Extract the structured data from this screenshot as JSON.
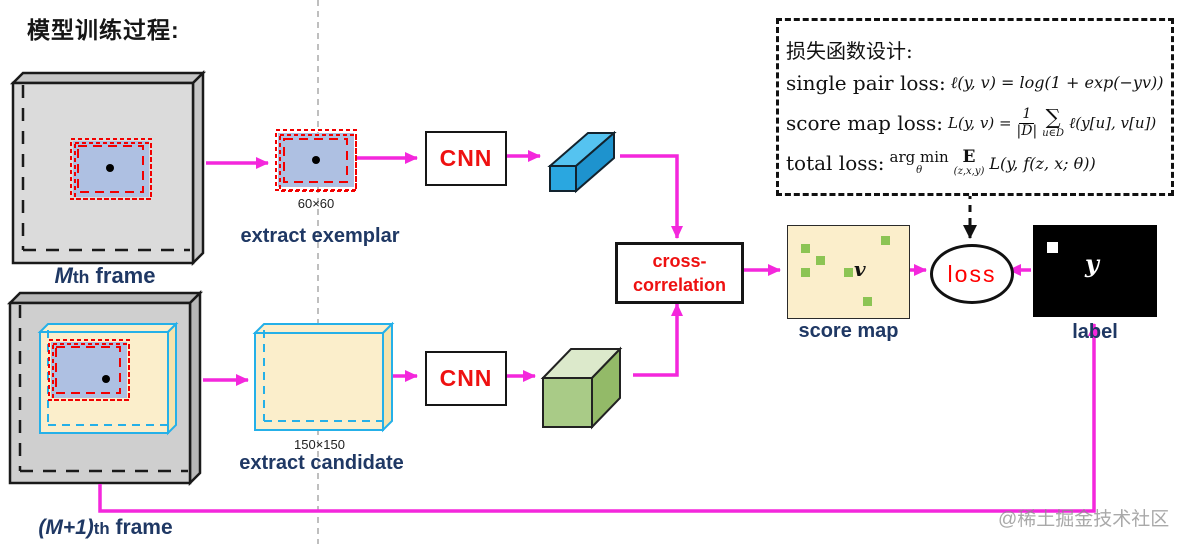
{
  "title": "模型训练过程:",
  "watermark": "@稀土掘金技术社区",
  "frames": {
    "frame1": {
      "prefix": "M",
      "th": "th",
      "rest": " frame"
    },
    "frame2": {
      "prefix": "(M+1)",
      "th": "th",
      "rest": " frame"
    }
  },
  "exemplar": {
    "size": "60×60",
    "label": "extract exemplar"
  },
  "candidate": {
    "size": "150×150",
    "label": "extract candidate"
  },
  "cnn_top": {
    "label": "CNN"
  },
  "cnn_bottom": {
    "label": "CNN"
  },
  "cross_correlation": {
    "line1": "cross-",
    "line2": "correlation"
  },
  "score_map": {
    "symbol": "v",
    "label": "score map"
  },
  "loss_node": {
    "label": "loss"
  },
  "label_box": {
    "symbol": "y",
    "label": "label"
  },
  "loss_panel": {
    "heading": "损失函数设计:",
    "single_pair": {
      "name": "single pair loss:",
      "formula": "ℓ(y, v) = log(1 + exp(−yv))"
    },
    "score_map_loss": {
      "name": "score map loss:",
      "lhs": "L(y, v) =",
      "frac_num": "1",
      "frac_den": "|D|",
      "sum": "∑",
      "sum_sub": "u∈D",
      "rhs": "ℓ(y[u], v[u])"
    },
    "total": {
      "name": "total loss:",
      "argmin": "arg min",
      "argmin_sub": "θ",
      "expectation": "E",
      "expectation_sub": "(z,x,y)",
      "rhs": "L(y, f(z, x; θ))"
    }
  },
  "colors": {
    "magenta_arrow": "#F427DC",
    "red_text": "#EE1111",
    "navy_label": "#1F3864",
    "cyan_border": "#25B0E8",
    "score_map_fill": "#FBEECB"
  }
}
